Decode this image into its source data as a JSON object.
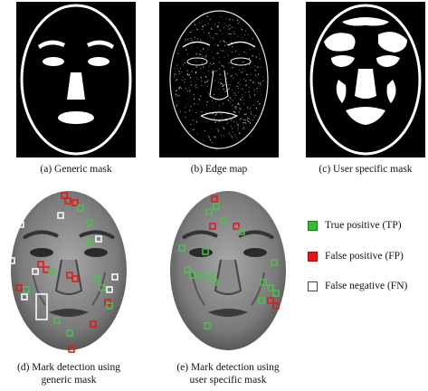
{
  "figure": {
    "panels": [
      {
        "id": "a",
        "caption": "(a) Generic mask"
      },
      {
        "id": "b",
        "caption": "(b) Edge map"
      },
      {
        "id": "c",
        "caption": "(c) User specific mask"
      },
      {
        "id": "d",
        "caption_line1": "(d) Mark detection using",
        "caption_line2": "generic mask"
      },
      {
        "id": "e",
        "caption_line1": "(e) Mark detection using",
        "caption_line2": "user specific mask"
      }
    ]
  },
  "legend": {
    "items": [
      {
        "label": "True positive (TP)",
        "color": "#33bb33",
        "fill": true
      },
      {
        "label": "False positive (FP)",
        "color": "#ee1111",
        "fill": true
      },
      {
        "label": "False negative (FN)",
        "color": "#ffffff",
        "border": "#444444",
        "fill": false
      }
    ]
  },
  "colors": {
    "tp": "#4fc04f",
    "fp": "#e01818",
    "fn": "#ffffff",
    "mask_bg": "#000000",
    "mask_line": "#ffffff"
  }
}
